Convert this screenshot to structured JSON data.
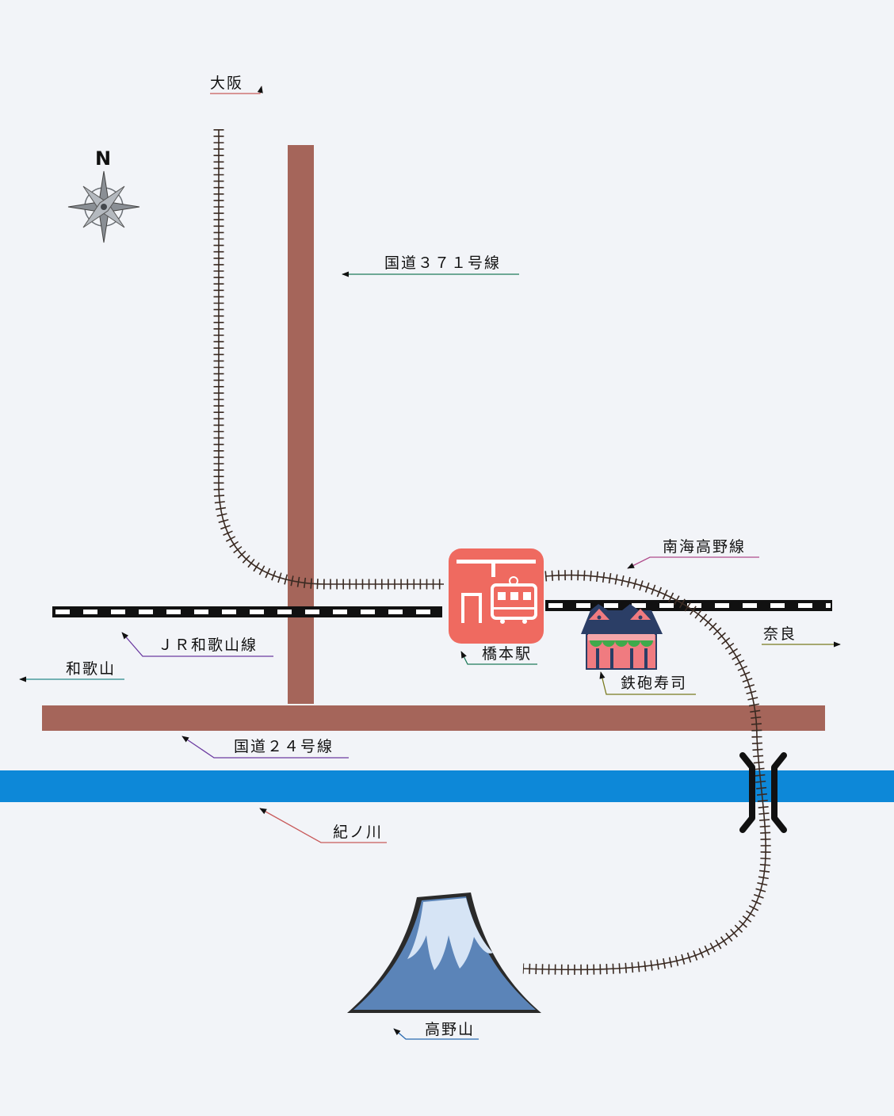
{
  "compass": {
    "north_label": "N"
  },
  "labels": {
    "osaka": "大阪",
    "route371": "国道３７１号線",
    "nankai": "南海高野線",
    "jr_wakayama": "ＪＲ和歌山線",
    "wakayama": "和歌山",
    "hashimoto": "橋本駅",
    "nara": "奈良",
    "teppou_sushi": "鉄砲寿司",
    "route24": "国道２４号線",
    "kinokawa": "紀ノ川",
    "koyasan": "高野山"
  },
  "colors": {
    "background": "#f2f4f8",
    "road": "#a5655a",
    "river": "#0d88d8",
    "station": "#ef6a60",
    "rail_tie": "#3a2a22",
    "mountain": "#5b84b8",
    "snow": "#d6e4f5",
    "shop_roof": "#2b3e66",
    "shop_wall": "#f07b80",
    "shop_awning": "#3faa4b"
  },
  "icons": {
    "station": "train-station-icon",
    "shop": "sushi-shop-icon",
    "mountain": "mountain-icon",
    "bridge": "bridge-icon",
    "compass": "compass-rose-icon"
  }
}
